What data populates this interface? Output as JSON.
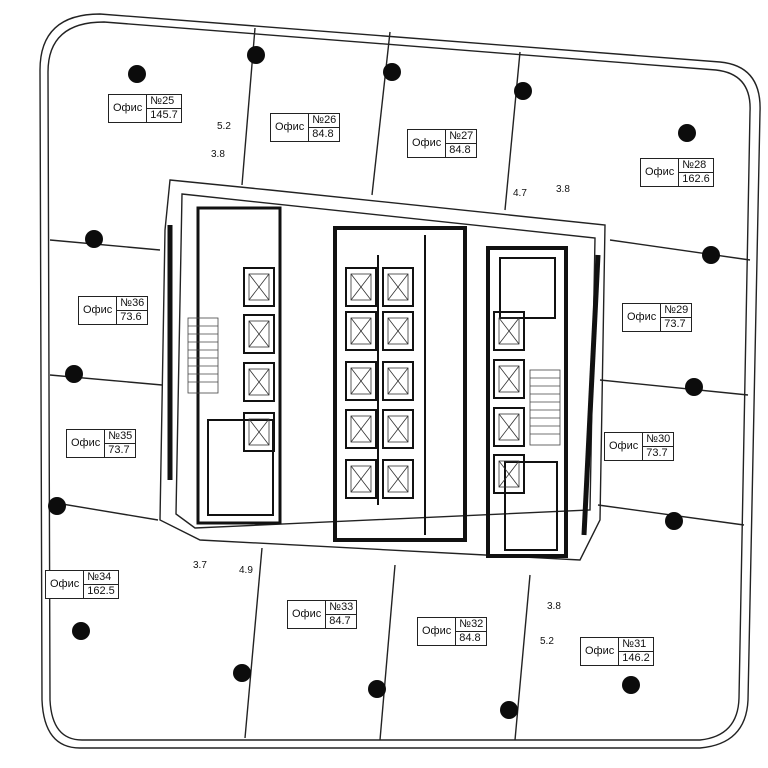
{
  "offices": [
    {
      "id": "25",
      "label": "Офис",
      "number": "№25",
      "area": "145.7"
    },
    {
      "id": "26",
      "label": "Офис",
      "number": "№26",
      "area": "84.8"
    },
    {
      "id": "27",
      "label": "Офис",
      "number": "№27",
      "area": "84.8"
    },
    {
      "id": "28",
      "label": "Офис",
      "number": "№28",
      "area": "162.6"
    },
    {
      "id": "29",
      "label": "Офис",
      "number": "№29",
      "area": "73.7"
    },
    {
      "id": "30",
      "label": "Офис",
      "number": "№30",
      "area": "73.7"
    },
    {
      "id": "31",
      "label": "Офис",
      "number": "№31",
      "area": "146.2"
    },
    {
      "id": "32",
      "label": "Офис",
      "number": "№32",
      "area": "84.8"
    },
    {
      "id": "33",
      "label": "Офис",
      "number": "№33",
      "area": "84.7"
    },
    {
      "id": "34",
      "label": "Офис",
      "number": "№34",
      "area": "162.5"
    },
    {
      "id": "35",
      "label": "Офис",
      "number": "№35",
      "area": "73.7"
    },
    {
      "id": "36",
      "label": "Офис",
      "number": "№36",
      "area": "73.6"
    }
  ],
  "wc_labels": [
    {
      "id": "nw-a",
      "value": "5.2"
    },
    {
      "id": "nw-b",
      "value": "3.8"
    },
    {
      "id": "ne-a",
      "value": "4.7"
    },
    {
      "id": "ne-b",
      "value": "3.8"
    },
    {
      "id": "sw-a",
      "value": "3.7"
    },
    {
      "id": "sw-b",
      "value": "4.9"
    },
    {
      "id": "se-a",
      "value": "3.8"
    },
    {
      "id": "se-b",
      "value": "5.2"
    }
  ],
  "colors": {
    "wall": "#111111",
    "line": "#222222",
    "column": "#0c0c0c",
    "background": "#ffffff"
  }
}
